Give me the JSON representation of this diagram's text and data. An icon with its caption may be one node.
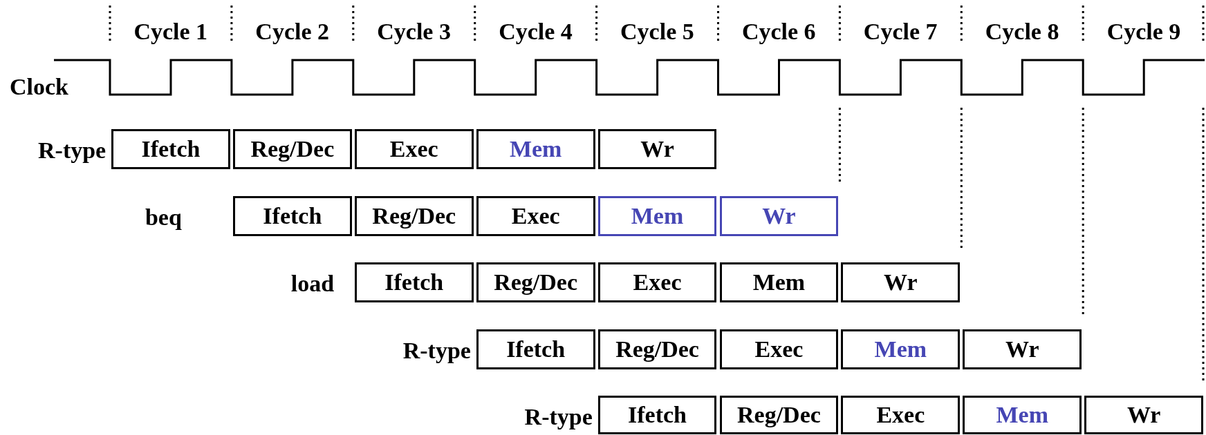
{
  "diagram": {
    "nodes": [
      {
        "text": [
          "Ifetch"
        ]
      },
      {
        "text": [
          "Reg/Dec"
        ]
      },
      {
        "text": [
          "Exec"
        ]
      },
      {
        "text": [
          "Mem"
        ]
      },
      {
        "text": [
          "Wr"
        ]
      },
      {
        "text": [
          "Ifetch"
        ]
      },
      {
        "text": [
          "Reg/Dec"
        ]
      },
      {
        "text": [
          "Exec"
        ]
      },
      {
        "text": [
          "Mem"
        ]
      },
      {
        "text": [
          "Wr"
        ]
      },
      {
        "text": [
          "Ifetch"
        ]
      },
      {
        "text": [
          "Reg/Dec"
        ]
      },
      {
        "text": [
          "Exec"
        ]
      },
      {
        "text": [
          "Mem"
        ]
      },
      {
        "text": [
          "Wr"
        ]
      },
      {
        "text": [
          "Ifetch"
        ]
      },
      {
        "text": [
          "Reg/Dec"
        ]
      },
      {
        "text": [
          "Exec"
        ]
      },
      {
        "text": [
          "Mem"
        ]
      },
      {
        "text": [
          "Wr"
        ]
      },
      {
        "text": [
          "Ifetch"
        ]
      },
      {
        "text": [
          "Reg/Dec"
        ]
      },
      {
        "text": [
          "Exec"
        ]
      },
      {
        "text": [
          "Mem"
        ]
      },
      {
        "text": [
          "Wr"
        ]
      }
    ],
    "labels": [
      "Cycle 1",
      "Cycle 2",
      "Cycle 3",
      "Cycle 4",
      "Cycle 5",
      "Cycle 6",
      "Cycle 7",
      "Cycle 8",
      "Cycle 9",
      "Clock",
      "R-type",
      "beq",
      "load",
      "R-type",
      "R-type"
    ]
  }
}
